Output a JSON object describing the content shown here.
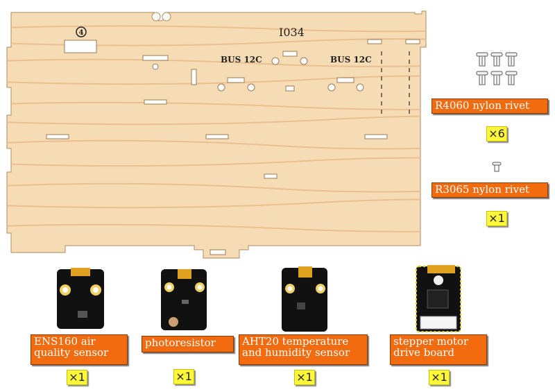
{
  "board": {
    "model": "I034",
    "marker": "4",
    "bus_left": "BUS 12C",
    "bus_right": "BUS 12C",
    "wood_color": "#f6dcb4",
    "grain_color": "#e8b98a"
  },
  "parts": [
    {
      "label": "R4060 nylon rivet",
      "qty": "×6"
    },
    {
      "label": "R3065 nylon rivet",
      "qty": "×1"
    },
    {
      "label": "ENS160 air\nquality sensor",
      "qty": "×1"
    },
    {
      "label": "photoresistor",
      "qty": "×1"
    },
    {
      "label": "AHT20 temperature\nand humidity sensor",
      "qty": "×1"
    },
    {
      "label": "stepper motor\ndrive board",
      "qty": "×1"
    }
  ],
  "colors": {
    "label_bg": "#f26c0f",
    "qty_bg": "#fff73a"
  }
}
